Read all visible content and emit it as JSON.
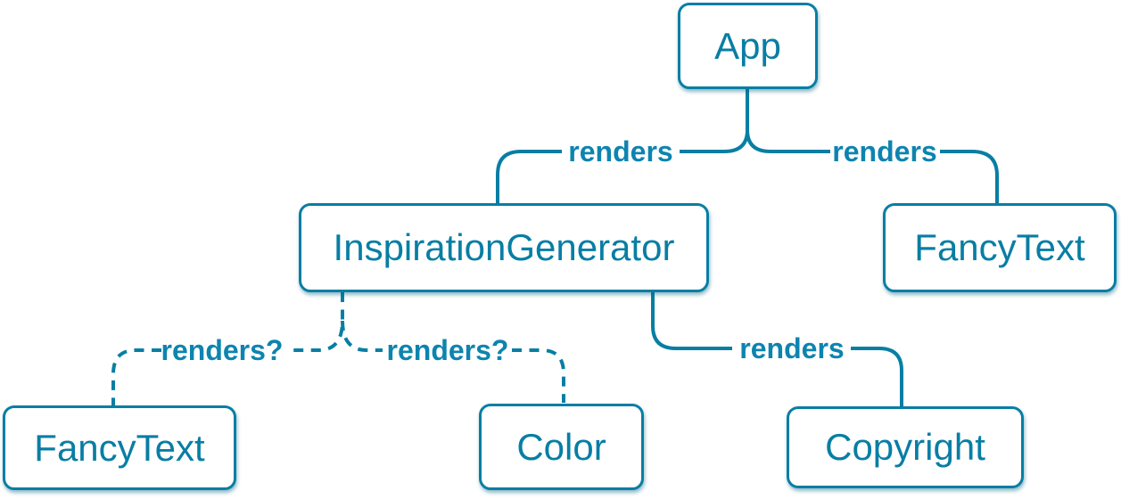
{
  "diagram": {
    "type": "component-render-tree",
    "accent_color": "#087ea4",
    "node_fill_color": "#ffffff",
    "nodes": [
      {
        "id": "app",
        "label": "App"
      },
      {
        "id": "inspiration-generator",
        "label": "InspirationGenerator"
      },
      {
        "id": "fancy-text-top",
        "label": "FancyText"
      },
      {
        "id": "fancy-text-bottom",
        "label": "FancyText"
      },
      {
        "id": "color",
        "label": "Color"
      },
      {
        "id": "copyright",
        "label": "Copyright"
      }
    ],
    "edges": [
      {
        "from": "App",
        "to": "InspirationGenerator",
        "label": "renders",
        "style": "solid"
      },
      {
        "from": "App",
        "to": "FancyText",
        "label": "renders",
        "style": "solid"
      },
      {
        "from": "InspirationGenerator",
        "to": "FancyText",
        "label": "renders?",
        "style": "dashed"
      },
      {
        "from": "InspirationGenerator",
        "to": "Color",
        "label": "renders?",
        "style": "dashed"
      },
      {
        "from": "InspirationGenerator",
        "to": "Copyright",
        "label": "renders",
        "style": "solid"
      }
    ]
  }
}
